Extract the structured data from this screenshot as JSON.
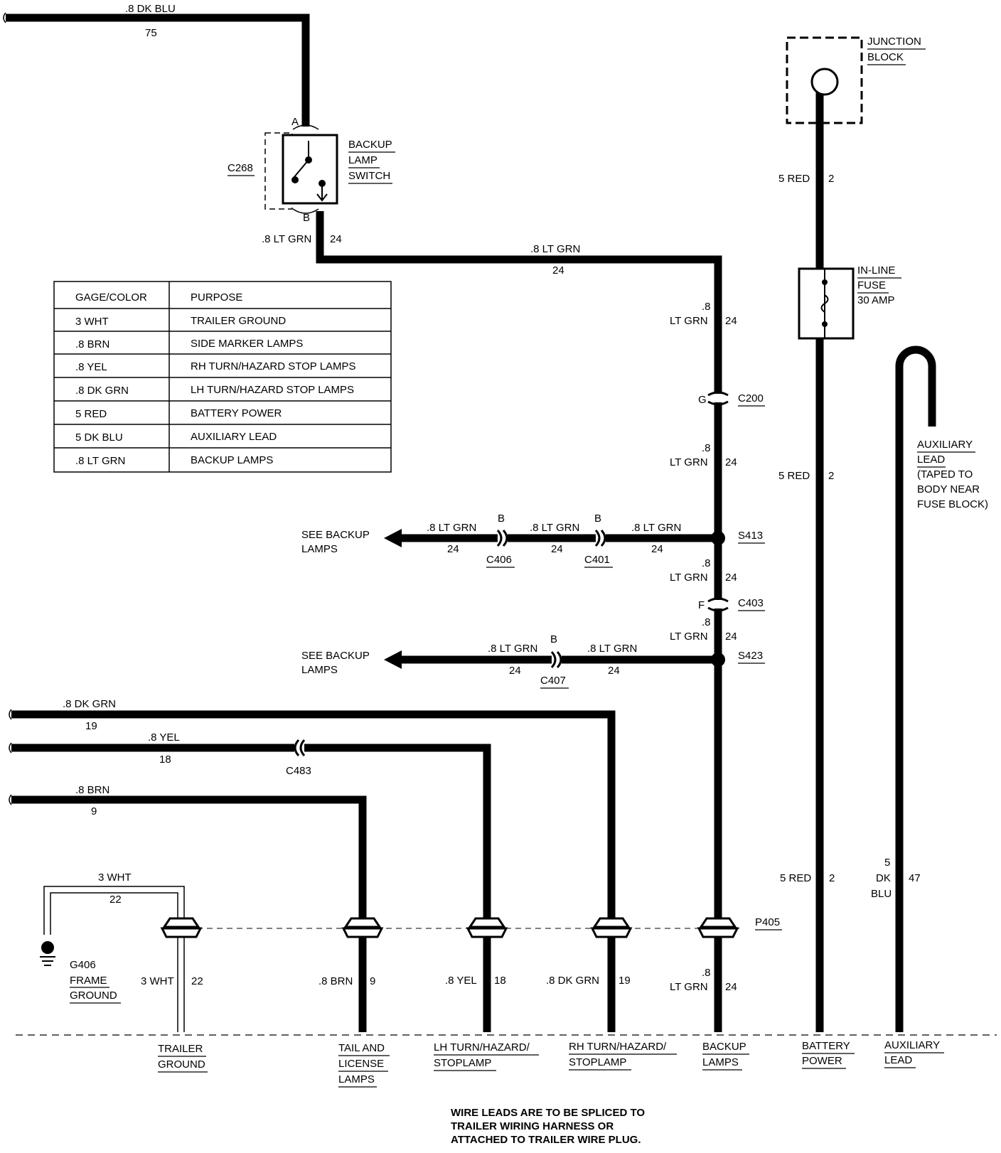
{
  "table": {
    "header": {
      "col1": "GAGE/COLOR",
      "col2": "PURPOSE"
    },
    "rows": [
      {
        "gage": "3 WHT",
        "purpose": "TRAILER GROUND"
      },
      {
        "gage": ".8 BRN",
        "purpose": "SIDE MARKER LAMPS"
      },
      {
        "gage": ".8 YEL",
        "purpose": "RH TURN/HAZARD STOP LAMPS"
      },
      {
        "gage": ".8 DK GRN",
        "purpose": "LH TURN/HAZARD STOP LAMPS"
      },
      {
        "gage": "5 RED",
        "purpose": "BATTERY POWER"
      },
      {
        "gage": "5 DK BLU",
        "purpose": "AUXILIARY LEAD"
      },
      {
        "gage": ".8 LT GRN",
        "purpose": "BACKUP LAMPS"
      }
    ]
  },
  "wires": {
    "dk_blu_top": {
      "color": ".8 DK BLU",
      "circuit": "75"
    },
    "switch_out": {
      "color": ".8 LT GRN",
      "circuit": "24"
    },
    "top_run": {
      "color": ".8 LT GRN",
      "circuit": "24"
    },
    "lt_grn_8": ".8",
    "lt_grn_color": "LT GRN",
    "lt_grn_circuit": "24",
    "s413_branch": {
      "color": ".8 LT GRN",
      "circuit": "24"
    },
    "s423_branch": {
      "color": ".8 LT GRN",
      "circuit": "24"
    },
    "dk_grn": {
      "color": ".8 DK GRN",
      "circuit": "19"
    },
    "yel": {
      "color": ".8 YEL",
      "circuit": "18"
    },
    "brn": {
      "color": ".8 BRN",
      "circuit": "9"
    },
    "wht": {
      "color": "3 WHT",
      "circuit": "22"
    },
    "red": {
      "color": "5 RED",
      "circuit": "2"
    },
    "aux": {
      "gage": "5",
      "color1": "DK",
      "color2": "BLU",
      "circuit": "47"
    },
    "bottom": {
      "wht": {
        "color": "3 WHT",
        "circuit": "22"
      },
      "brn": {
        "color": ".8 BRN",
        "circuit": "9"
      },
      "yel": {
        "color": ".8 YEL",
        "circuit": "18"
      },
      "dk_grn": {
        "color": ".8 DK GRN",
        "circuit": "19"
      }
    }
  },
  "connectors": {
    "c268": "C268",
    "c200": "C200",
    "c403": "C403",
    "c406": "C406",
    "c401": "C401",
    "c407": "C407",
    "c483": "C483",
    "p405": "P405",
    "s413": "S413",
    "s423": "S423",
    "pin_a": "A",
    "pin_b": "B",
    "pin_g": "G",
    "pin_f": "F"
  },
  "components": {
    "switch": [
      "BACKUP",
      "LAMP",
      "SWITCH"
    ],
    "junction": [
      "JUNCTION",
      "BLOCK"
    ],
    "fuse": [
      "IN-LINE",
      "FUSE",
      "30 AMP"
    ],
    "aux_lead": [
      "AUXILIARY",
      "LEAD",
      "(TAPED TO",
      "BODY NEAR",
      "FUSE BLOCK)"
    ],
    "see_backup": [
      "SEE BACKUP",
      "LAMPS"
    ],
    "ground": [
      "G406",
      "FRAME",
      "GROUND"
    ]
  },
  "bottom_labels": {
    "trailer_ground": [
      "TRAILER",
      "GROUND"
    ],
    "tail": [
      "TAIL AND",
      "LICENSE",
      "LAMPS"
    ],
    "lh": [
      "LH TURN/HAZARD/",
      "STOPLAMP"
    ],
    "rh": [
      "RH TURN/HAZARD/",
      "STOPLAMP"
    ],
    "backup": [
      "BACKUP",
      "LAMPS"
    ],
    "battery": [
      "BATTERY",
      "POWER"
    ],
    "aux": [
      "AUXILIARY",
      "LEAD"
    ]
  },
  "note": [
    "WIRE LEADS ARE TO BE SPLICED TO",
    "TRAILER WIRING HARNESS OR",
    "ATTACHED TO TRAILER WIRE PLUG."
  ]
}
